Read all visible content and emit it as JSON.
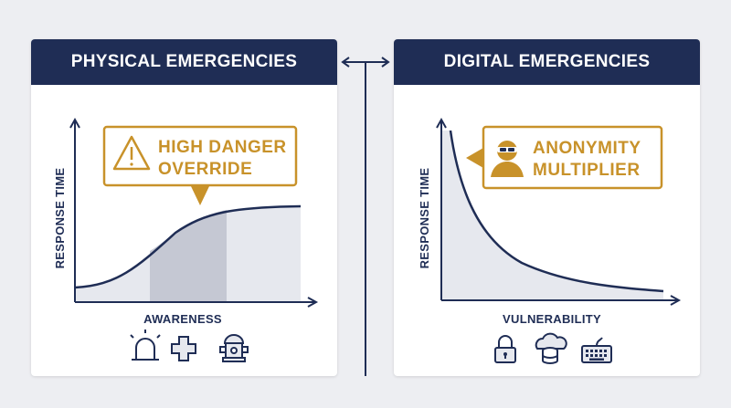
{
  "colors": {
    "navy": "#1f2d55",
    "gold": "#c8922a",
    "fill_light": "#e6e8ee",
    "fill_dark": "#c5c8d3",
    "background": "#edeef2"
  },
  "left_panel": {
    "title": "PHYSICAL EMERGENCIES",
    "y_axis_label": "RESPONSE TIME",
    "x_axis_label": "AWARENESS",
    "callout": {
      "icon": "warning-triangle-icon",
      "line1": "HIGH DANGER",
      "line2": "OVERRIDE"
    },
    "curve_shape": "sigmoid-rising",
    "highlighted_band": "middle section",
    "icons": [
      "siren-icon",
      "medical-cross-icon",
      "fire-hydrant-icon"
    ]
  },
  "right_panel": {
    "title": "DIGITAL EMERGENCIES",
    "y_axis_label": "RESPONSE TIME",
    "x_axis_label": "VULNERABILITY",
    "callout": {
      "icon": "masked-hacker-icon",
      "line1": "ANONYMITY",
      "line2": "MULTIPLIER"
    },
    "curve_shape": "decaying",
    "icons": [
      "padlock-icon",
      "cloud-database-icon",
      "keyboard-icon"
    ]
  },
  "connector": "double-arrow-icon"
}
